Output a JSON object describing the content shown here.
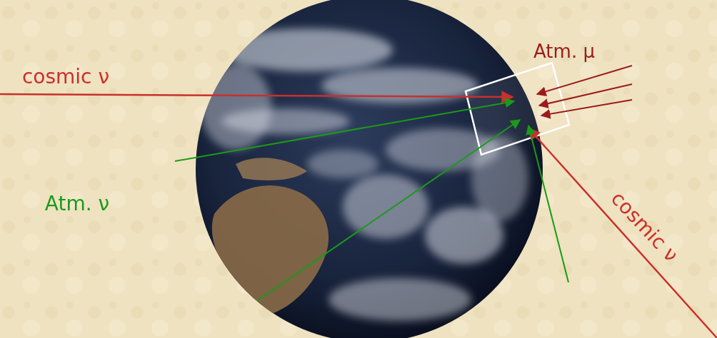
{
  "diagram": {
    "labels": [
      "Atm. μ",
      "cosmic ν",
      "Atm. ν",
      "cosmic ν"
    ]
  }
}
